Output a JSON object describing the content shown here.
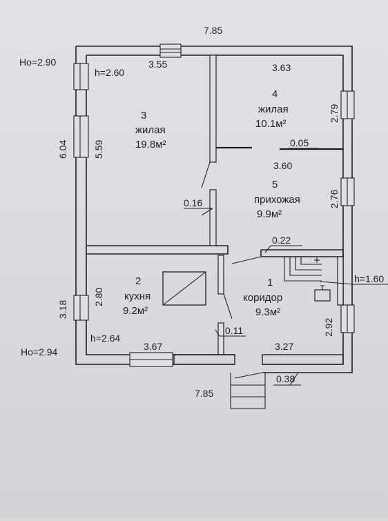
{
  "plan": {
    "overall_width_top": "7.85",
    "overall_width_bottom": "7.85",
    "height_left_top": "6.04",
    "height_left_bottom": "3.18",
    "ho_top": "Ho=2.90",
    "ho_bottom": "Ho=2.94",
    "stair_height": "h=1.60",
    "rooms": [
      {
        "number": "1",
        "name": "коридор",
        "area": "9.3м²"
      },
      {
        "number": "2",
        "name": "кухня",
        "area": "9.2м²"
      },
      {
        "number": "3",
        "name": "жилая",
        "area": "19.8м²"
      },
      {
        "number": "4",
        "name": "жилая",
        "area": "10.1м²"
      },
      {
        "number": "5",
        "name": "прихожая",
        "area": "9.9м²"
      }
    ],
    "room3_h": "h=2.60",
    "room3_width": "3.55",
    "room3_depth": "5.59",
    "room4_width": "3.63",
    "room4_depth": "2.79",
    "room4_wall": "0.05",
    "room5_width": "3.60",
    "room5_depth": "2.76",
    "wall_016": "0.16",
    "wall_022": "0.22",
    "room2_depth": "2.80",
    "room2_h": "h=2.64",
    "room2_width": "3.67",
    "wall_011": "0.11",
    "room1_width": "3.27",
    "room1_depth": "2.92",
    "porch": "0.38"
  }
}
